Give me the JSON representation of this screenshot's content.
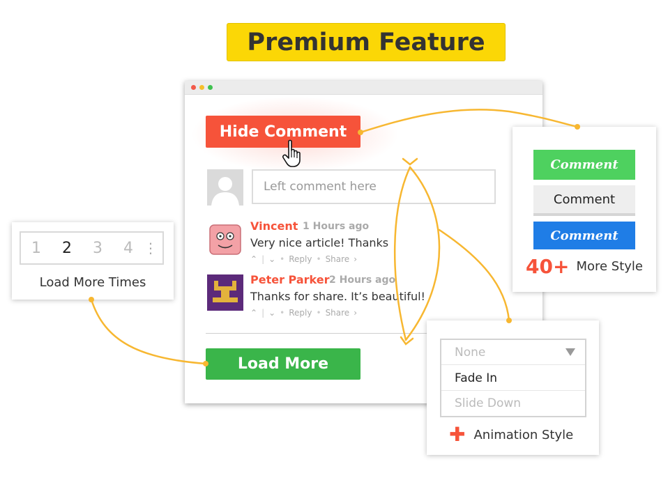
{
  "banner": {
    "title": "Premium Feature"
  },
  "hide_button": {
    "label": "Hide Comment"
  },
  "comment_box": {
    "placeholder": "Left comment here"
  },
  "comments": [
    {
      "name": "Vincent",
      "time": "1 Hours ago",
      "text": "Very nice article! Thanks",
      "reply": "Reply",
      "share": "Share"
    },
    {
      "name": "Peter Parker",
      "time": "2 Hours ago",
      "text": "Thanks for share. It’s beautiful!",
      "reply": "Reply",
      "share": "Share"
    }
  ],
  "load_button": {
    "label": "Load More"
  },
  "pagination": {
    "pages": [
      "1",
      "2",
      "3",
      "4"
    ],
    "current": "2",
    "caption": "Load More Times"
  },
  "styles": {
    "buttons": [
      "Comment",
      "Comment",
      "Comment"
    ],
    "count": "40+",
    "caption": "More Style"
  },
  "animation": {
    "options": [
      "None",
      "Fade In",
      "Slide Down"
    ],
    "caption": "Animation Style"
  },
  "colors": {
    "accent_red": "#f6533a",
    "green": "#3ab54a",
    "yellow": "#fbd706",
    "blue": "#1f7de6",
    "arrow": "#f7b731"
  }
}
